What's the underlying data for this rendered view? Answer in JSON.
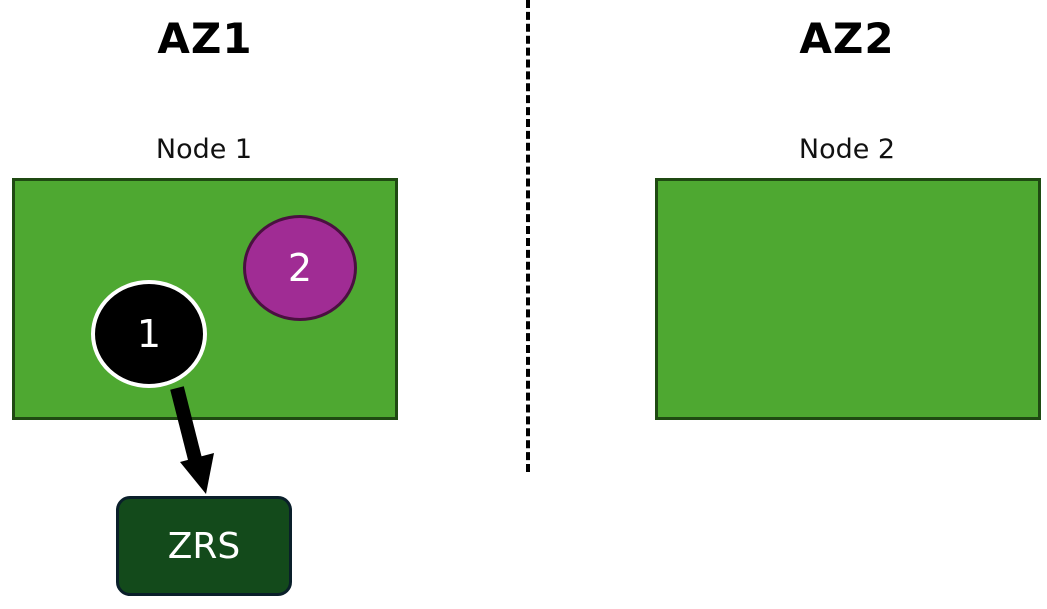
{
  "zones": [
    {
      "title": "AZ1",
      "node": {
        "label": "Node 1"
      }
    },
    {
      "title": "AZ2",
      "node": {
        "label": "Node 2"
      }
    }
  ],
  "pods": [
    {
      "label": "1",
      "color": "#000000"
    },
    {
      "label": "2",
      "color": "#a02c94"
    }
  ],
  "storage": {
    "label": "ZRS",
    "color": "#134a1b"
  },
  "colors": {
    "node_fill": "#4ea831",
    "node_border": "#1f4a12",
    "pod2_border": "#4a1040",
    "zrs_border": "#0a1f2a"
  }
}
